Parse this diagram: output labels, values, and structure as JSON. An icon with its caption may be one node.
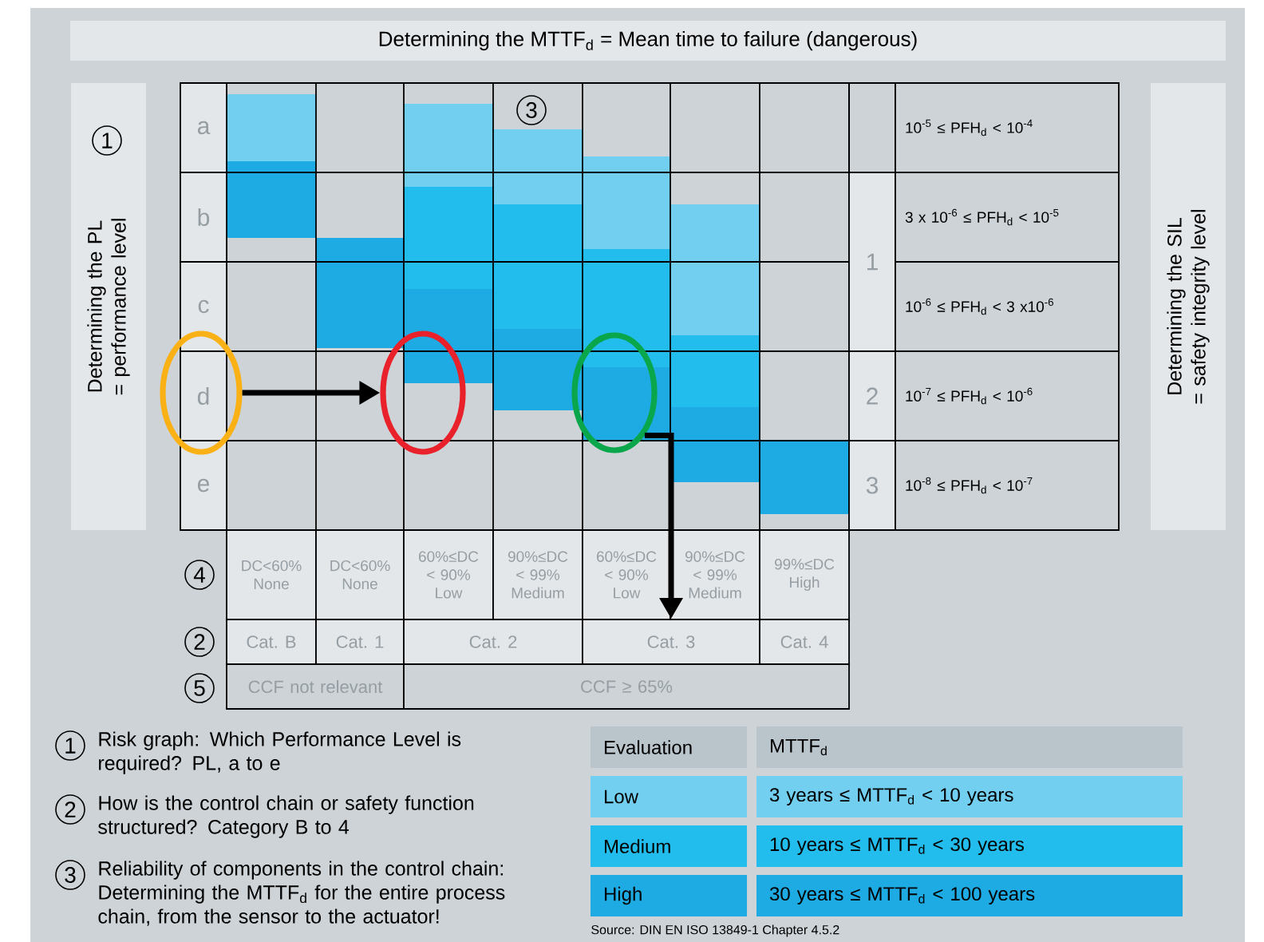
{
  "diagram": {
    "title": "Determining the MTTF$_{d}$ = Mean time to failure (dangerous)",
    "nodes": [
      {
        "text": [
          "Determining the PL = performance level"
        ]
      },
      {
        "text": [
          "1"
        ],
        "in": 0
      },
      {
        "text": [
          "3"
        ]
      },
      {
        "text": [
          "Determining the SIL = safety integrity level"
        ]
      },
      {
        "text": [],
        "shape": "ellipse"
      },
      {
        "text": [],
        "shape": "ellipse"
      },
      {
        "text": [],
        "shape": "ellipse"
      },
      {
        "text": [
          "4"
        ]
      },
      {
        "text": [
          "2"
        ]
      },
      {
        "text": [
          "Cat. B"
        ]
      },
      {
        "text": [
          "Cat. 1"
        ]
      },
      {
        "text": [
          "Cat. 2"
        ]
      },
      {
        "text": [
          "Cat. 3"
        ]
      },
      {
        "text": [
          "Cat. 4"
        ]
      },
      {
        "text": [
          "5"
        ]
      },
      {
        "text": [
          "1"
        ],
        "beside": [
          "Risk graph: Which Performance Level is required? PL, a to e"
        ]
      },
      {
        "text": [
          "2"
        ],
        "beside": [
          "How is the control chain or safety function structured? Category B to 4"
        ]
      },
      {
        "text": [
          "3"
        ],
        "beside": [
          "Reliability of components in the control chain: Determining the MTTF$_{d}$ for the entire process chain, from the sensor to the actuator!"
        ]
      }
    ],
    "edges": [
      {
        "from": 4,
        "to": 5,
        "arrow": "to"
      },
      {
        "from": 6,
        "to": 12,
        "arrow": "to"
      }
    ],
    "labels": [
      "a",
      "10$^{-5}$ ≤ PFH$_{d}$ < 10$^{-4}$",
      "b",
      "1",
      "3 x 10$^{-6}$ ≤ PFH$_{d}$ < 10$^{-5}$",
      "c",
      "10$^{-6}$ ≤ PFH$_{d}$ < 3 x10$^{-6}$",
      "d",
      "2",
      "10$^{-7}$ ≤ PFH$_{d}$ < 10$^{-6}$",
      "e",
      "3",
      "10$^{-8}$ ≤ PFH$_{d}$ < 10$^{-7}$",
      "DC<60% None",
      "DC<60% None",
      "60%≤DC < 90% Low",
      "90%≤DC < 99% Medium",
      "60%≤DC < 90% Low",
      "90%≤DC < 99% Medium",
      "99%≤DC High",
      "CCF not relevant",
      "CCF ≥ 65%",
      "Evaluation",
      "MTTF$_{d}$",
      "Low",
      "3 years ≤ MTTF$_{d}$ < 10 years",
      "Medium",
      "10 years ≤ MTTF$_{d}$ < 30 years",
      "High",
      "30 years ≤ MTTF$_{d}$ < 100 years",
      "Source: DIN EN ISO 13849-1 Chapter 4.5.2"
    ]
  }
}
